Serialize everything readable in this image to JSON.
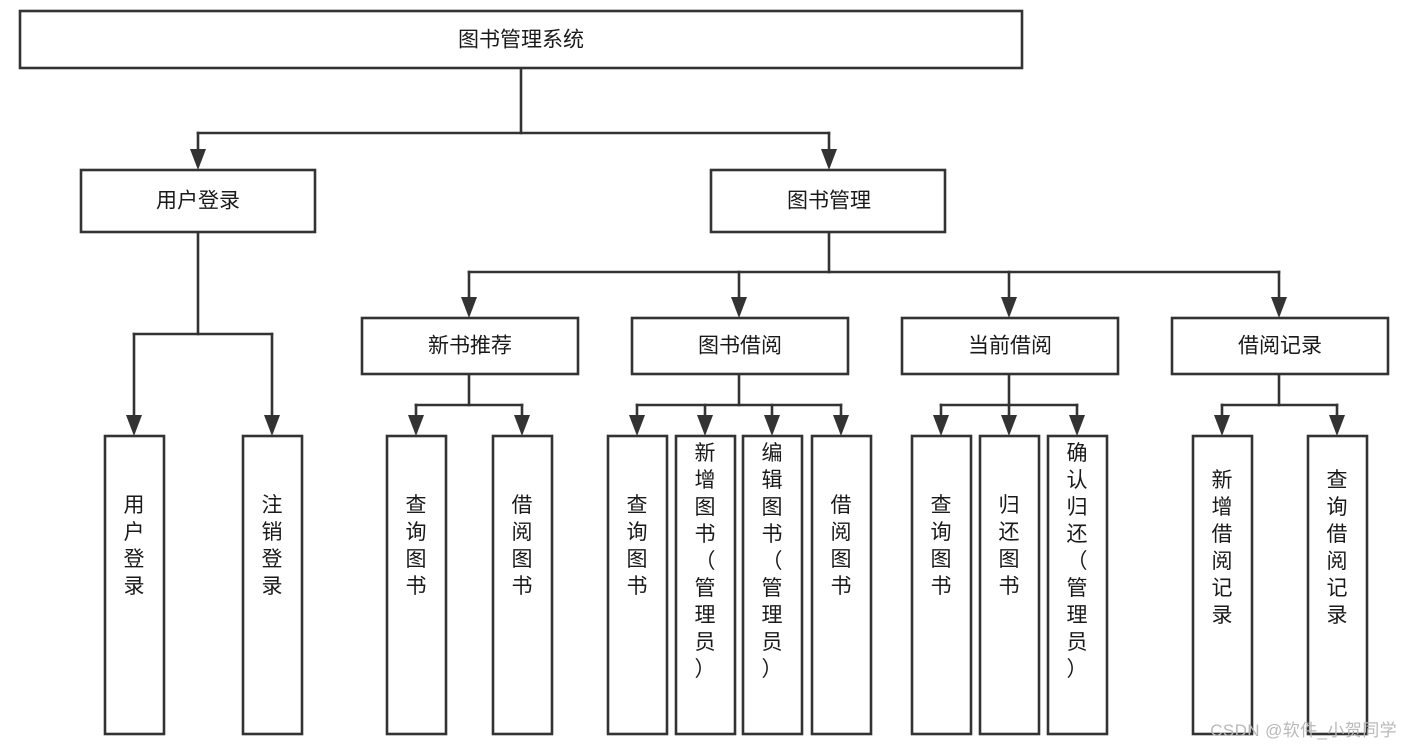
{
  "diagram": {
    "title": "图书管理系统",
    "type": "tree-hierarchy",
    "watermark": "CSDN @软件_小贺同学",
    "colors": {
      "stroke": "#333333",
      "fill": "#ffffff",
      "text": "#1a1a1a",
      "watermark": "#b9b9b9"
    },
    "nodes": {
      "root": {
        "label": "图书管理系统",
        "orientation": "horizontal"
      },
      "user_login": {
        "label": "用户登录",
        "orientation": "horizontal"
      },
      "book_manage": {
        "label": "图书管理",
        "orientation": "horizontal"
      },
      "new_book_rec": {
        "label": "新书推荐",
        "orientation": "horizontal"
      },
      "book_borrow": {
        "label": "图书借阅",
        "orientation": "horizontal"
      },
      "current_borrow": {
        "label": "当前借阅",
        "orientation": "horizontal"
      },
      "borrow_record": {
        "label": "借阅记录",
        "orientation": "horizontal"
      },
      "leaf_user_login": {
        "label": "用户登录",
        "orientation": "vertical"
      },
      "leaf_logout": {
        "label": "注销登录",
        "orientation": "vertical"
      },
      "leaf_query_book_1": {
        "label": "查询图书",
        "orientation": "vertical"
      },
      "leaf_borrow_book_1": {
        "label": "借阅图书",
        "orientation": "vertical"
      },
      "leaf_query_book_2": {
        "label": "查询图书",
        "orientation": "vertical"
      },
      "leaf_add_book": {
        "label": "新增图书（管理员）",
        "orientation": "vertical"
      },
      "leaf_edit_book": {
        "label": "编辑图书（管理员）",
        "orientation": "vertical"
      },
      "leaf_borrow_book_2": {
        "label": "借阅图书",
        "orientation": "vertical"
      },
      "leaf_query_book_3": {
        "label": "查询图书",
        "orientation": "vertical"
      },
      "leaf_return_book": {
        "label": "归还图书",
        "orientation": "vertical"
      },
      "leaf_confirm_return": {
        "label": "确认归还（管理员）",
        "orientation": "vertical"
      },
      "leaf_add_record": {
        "label": "新增借阅记录",
        "orientation": "vertical"
      },
      "leaf_query_record": {
        "label": "查询借阅记录",
        "orientation": "vertical"
      }
    },
    "edges": [
      {
        "from": "root",
        "to": "user_login"
      },
      {
        "from": "root",
        "to": "book_manage"
      },
      {
        "from": "user_login",
        "to": "leaf_user_login"
      },
      {
        "from": "user_login",
        "to": "leaf_logout"
      },
      {
        "from": "book_manage",
        "to": "new_book_rec"
      },
      {
        "from": "book_manage",
        "to": "book_borrow"
      },
      {
        "from": "book_manage",
        "to": "current_borrow"
      },
      {
        "from": "book_manage",
        "to": "borrow_record"
      },
      {
        "from": "new_book_rec",
        "to": "leaf_query_book_1"
      },
      {
        "from": "new_book_rec",
        "to": "leaf_borrow_book_1"
      },
      {
        "from": "book_borrow",
        "to": "leaf_query_book_2"
      },
      {
        "from": "book_borrow",
        "to": "leaf_add_book"
      },
      {
        "from": "book_borrow",
        "to": "leaf_edit_book"
      },
      {
        "from": "book_borrow",
        "to": "leaf_borrow_book_2"
      },
      {
        "from": "current_borrow",
        "to": "leaf_query_book_3"
      },
      {
        "from": "current_borrow",
        "to": "leaf_return_book"
      },
      {
        "from": "current_borrow",
        "to": "leaf_confirm_return"
      },
      {
        "from": "borrow_record",
        "to": "leaf_add_record"
      },
      {
        "from": "borrow_record",
        "to": "leaf_query_record"
      }
    ]
  }
}
